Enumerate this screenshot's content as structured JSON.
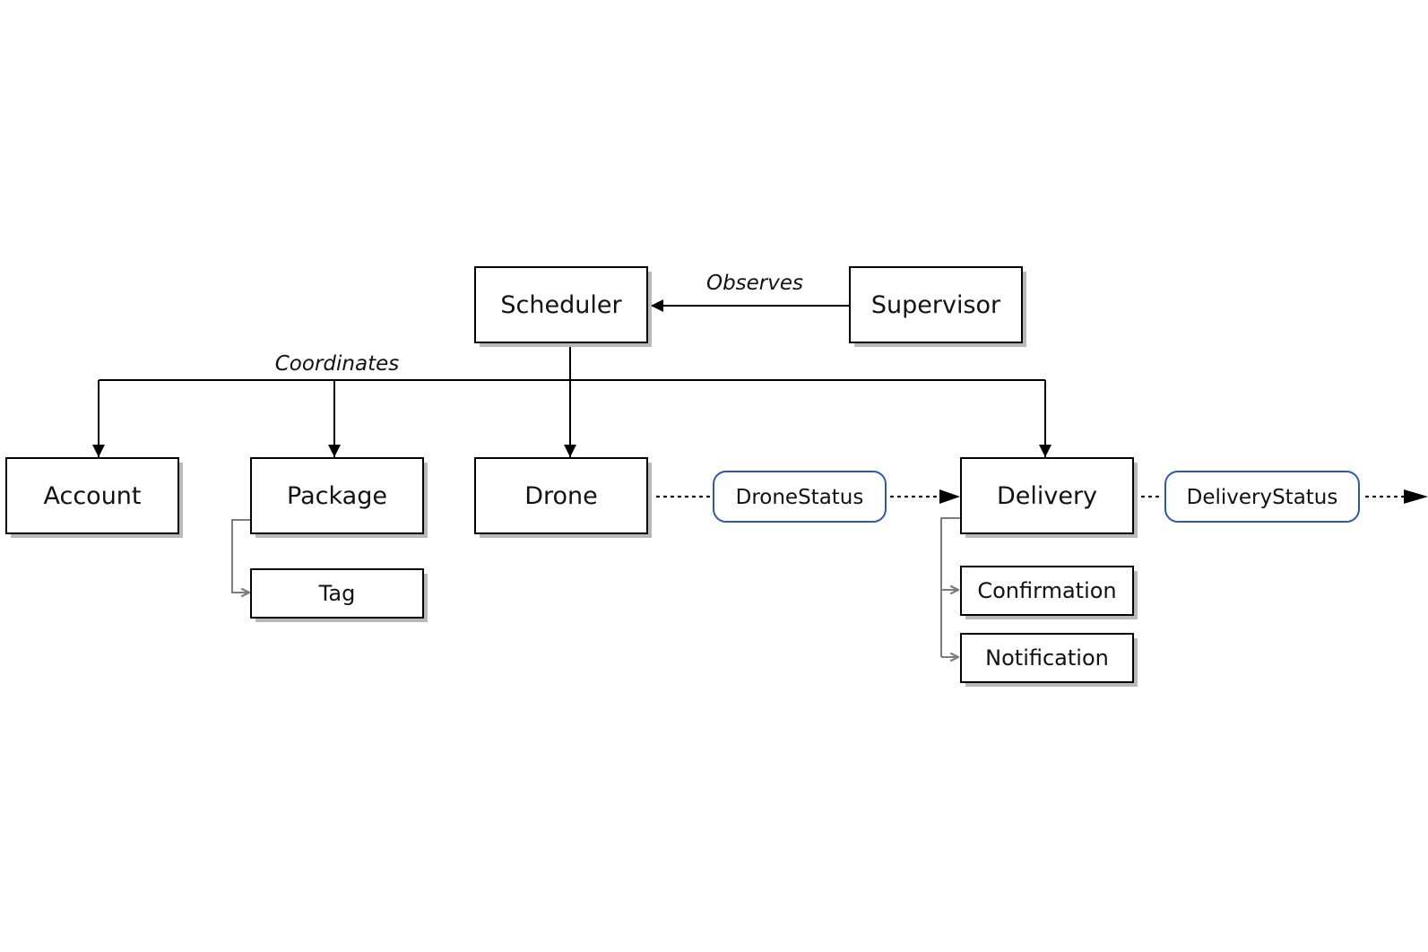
{
  "diagram": {
    "nodes": {
      "scheduler": "Scheduler",
      "supervisor": "Supervisor",
      "account": "Account",
      "package": "Package",
      "drone": "Drone",
      "delivery": "Delivery",
      "tag": "Tag",
      "confirmation": "Confirmation",
      "notification": "Notification"
    },
    "status_nodes": {
      "drone_status": "DroneStatus",
      "delivery_status": "DeliveryStatus"
    },
    "edge_labels": {
      "observes": "Observes",
      "coordinates": "Coordinates"
    },
    "colors": {
      "node_border": "#000000",
      "status_border": "#2e55b0",
      "sub_connector": "#7d7d7d",
      "shadow": "#b9b9b9"
    }
  }
}
